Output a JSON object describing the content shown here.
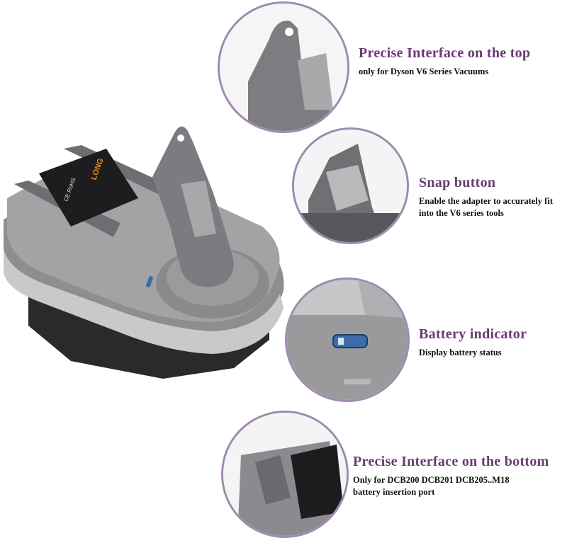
{
  "colors": {
    "circle_border": "#a08aad",
    "heading": "#6a3a73",
    "body_text": "#111111",
    "adapter_gray": "#8e8e91",
    "adapter_dark": "#5f5f63",
    "battery_window": "#3b6ea8"
  },
  "adapter_label": {
    "brand": "LONG",
    "certifications": "CE RoHS"
  },
  "features": [
    {
      "title": "Precise Interface on the top",
      "description": "only for Dyson V6 Series Vacuums"
    },
    {
      "title": "Snap button",
      "description": "Enable the adapter to accurately fit into the V6 series tools"
    },
    {
      "title": "Battery indicator",
      "description": "Display battery status"
    },
    {
      "title": "Precise Interface on the bottom",
      "description": "Only for DCB200 DCB201 DCB205..M18 battery insertion port"
    }
  ]
}
